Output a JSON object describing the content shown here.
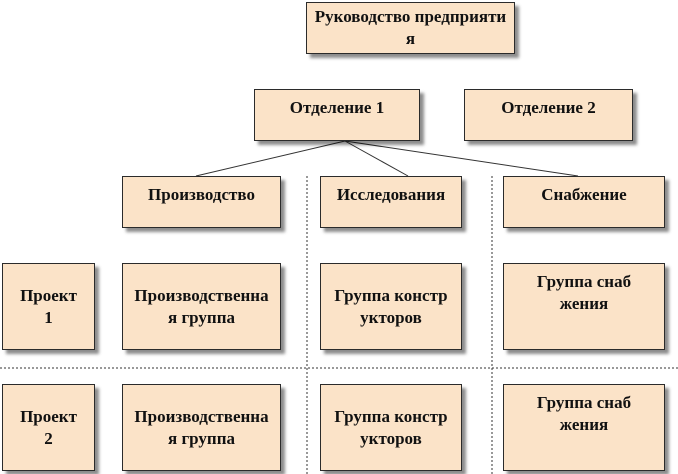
{
  "top": {
    "management": "Руководство предприятия"
  },
  "divisions": {
    "division1": "Отделение 1",
    "division2": "Отделение 2"
  },
  "departments": {
    "production": "Производство",
    "research": "Исследования",
    "supply": "Снабжение"
  },
  "projects": [
    {
      "label": "Проект 1",
      "production_group": "Производственная группа",
      "design_group": "Группа конструкторов",
      "supply_group": "Группа снабжения"
    },
    {
      "label": "Проект 2",
      "production_group": "Производственная группа",
      "design_group": "Группа конструкторов",
      "supply_group": "Группа снабжения"
    }
  ],
  "colors": {
    "box_fill": "#fbe3c8",
    "box_border": "#2b2b2b",
    "line": "#333333"
  }
}
